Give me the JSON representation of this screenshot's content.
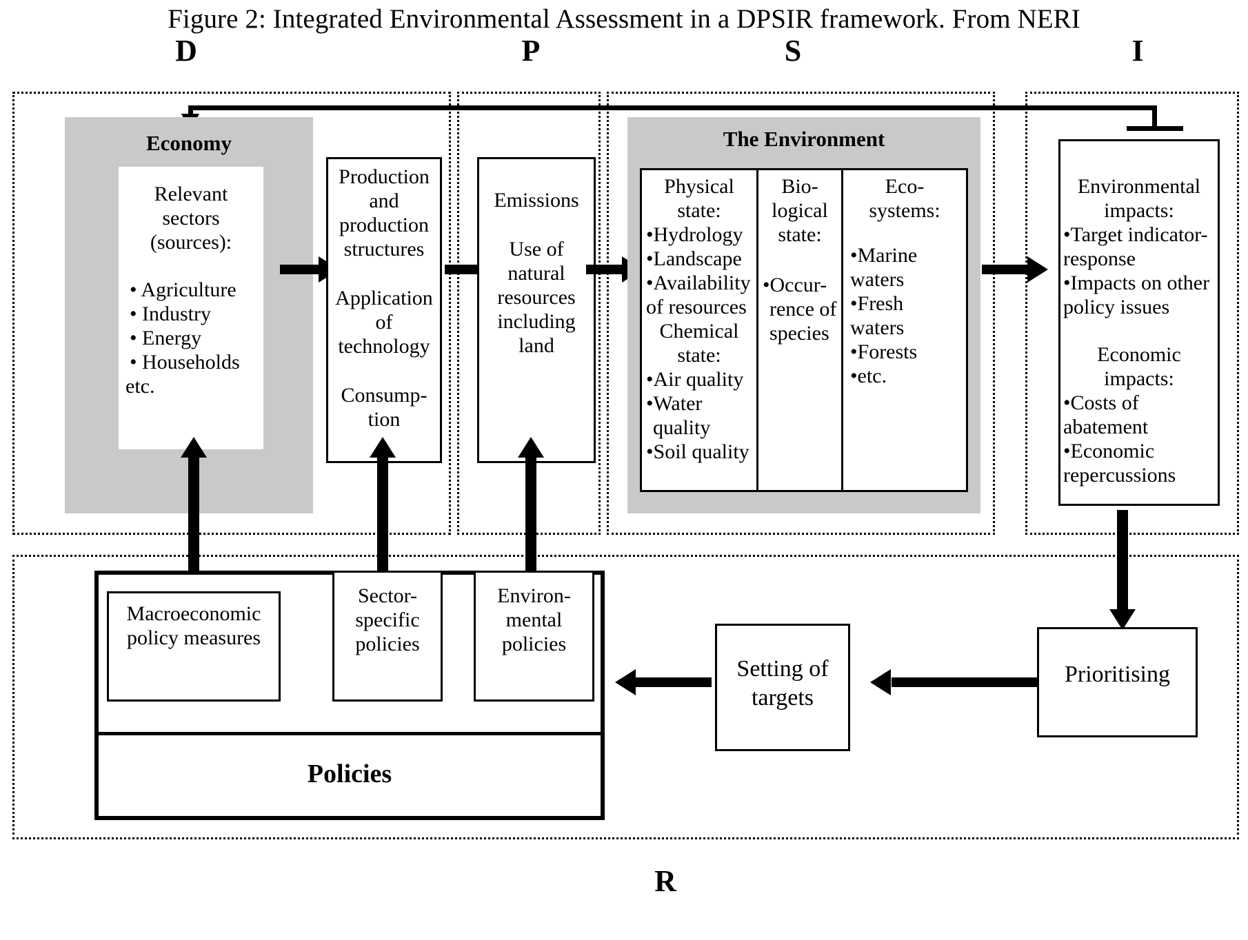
{
  "figure": {
    "title": "Figure 2: Integrated Environmental Assessment in a DPSIR framework. From NERI"
  },
  "dpsir_letters": {
    "d": "D",
    "p": "P",
    "s": "S",
    "i": "I",
    "r": "R"
  },
  "driving_forces": {
    "economy_header": "Economy",
    "sectors_title_line1": "Relevant",
    "sectors_title_line2": "sectors",
    "sectors_title_line3": "(sources):",
    "sectors_items": [
      "• Agriculture",
      "• Industry",
      "• Energy",
      "• Households"
    ],
    "sectors_etc": "etc."
  },
  "pressure_production": {
    "line1": "Production",
    "line2": "and",
    "line3": "production",
    "line4": "structures",
    "line5": "Application",
    "line6": "of",
    "line7": "technology",
    "line8": "Consump-",
    "line9": "tion"
  },
  "pressure_emissions": {
    "line1": "Emissions",
    "line2": "Use of",
    "line3": "natural",
    "line4": "resources",
    "line5": "including",
    "line6": "land"
  },
  "state": {
    "header": "The Environment",
    "physical": {
      "title_line1": "Physical",
      "title_line2": "state:",
      "items": [
        "•Hydrology",
        "•Landscape",
        "•Availability",
        "of resources"
      ],
      "chem_title_line1": "Chemical",
      "chem_title_line2": "state:",
      "chem_items": [
        "•Air quality",
        "•Water",
        "quality",
        "•Soil quality"
      ]
    },
    "biological": {
      "title_line1": "Bio-",
      "title_line2": "logical",
      "title_line3": "state:",
      "items": [
        "•Occur-",
        "rence of",
        "species"
      ]
    },
    "ecosystems": {
      "title_line1": "Eco-",
      "title_line2": "systems:",
      "items": [
        "•Marine",
        "waters",
        "•Fresh",
        "waters",
        "•Forests",
        "•etc."
      ]
    }
  },
  "impact": {
    "env_title_line1": "Environmental",
    "env_title_line2": "impacts:",
    "env_items": [
      "•Target indicator-",
      "response",
      "•Impacts on other",
      "policy issues"
    ],
    "econ_title_line1": "Economic",
    "econ_title_line2": "impacts:",
    "econ_items": [
      "•Costs of",
      "abatement",
      "•Economic",
      "repercussions"
    ]
  },
  "response": {
    "policies_header": "Policies",
    "macro_line1": "Macroeconomic",
    "macro_line2": "policy measures",
    "sector_line1": "Sector-",
    "sector_line2": "specific",
    "sector_line3": "policies",
    "envpol_line1": "Environ-",
    "envpol_line2": "mental",
    "envpol_line3": "policies",
    "targets_line1": "Setting of",
    "targets_line2": "targets",
    "prioritising": "Prioritising"
  },
  "colors": {
    "grey_fill": "#c9c9c9",
    "stroke": "#000000",
    "background": "#ffffff"
  }
}
